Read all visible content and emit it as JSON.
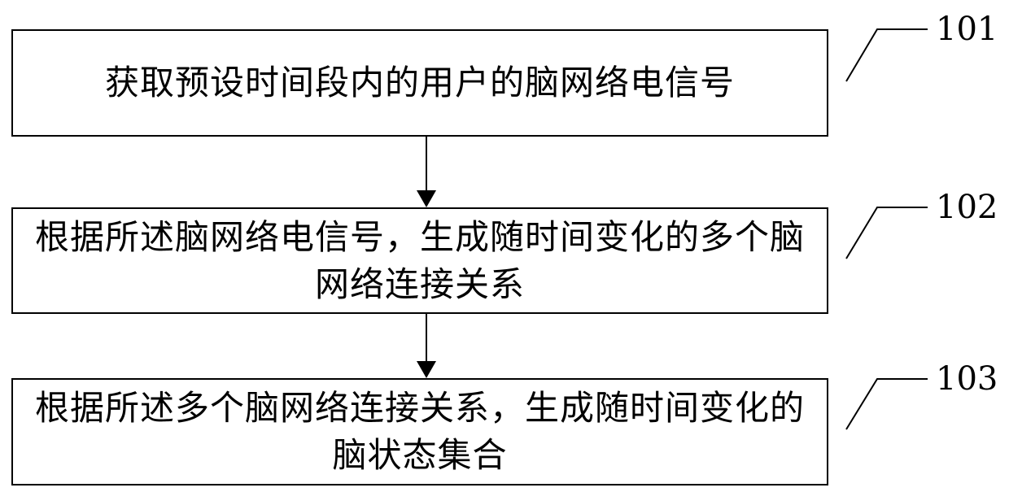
{
  "steps": [
    {
      "id": "101",
      "text": "获取预设时间段内的用户的脑网络电信号"
    },
    {
      "id": "102",
      "text": "根据所述脑网络电信号，生成随时间变化的多个脑网络连接关系"
    },
    {
      "id": "103",
      "text": "根据所述多个脑网络连接关系，生成随时间变化的脑状态集合"
    }
  ]
}
